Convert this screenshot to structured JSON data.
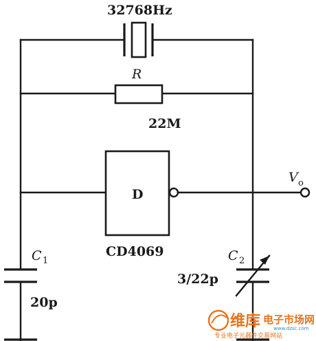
{
  "crystal": {
    "label": "32768Hz"
  },
  "resistor": {
    "name": "R",
    "value": "22M"
  },
  "inverter": {
    "letter": "D",
    "part": "CD4069"
  },
  "output": {
    "name": "V",
    "subscript": "o"
  },
  "cap1": {
    "name": "C",
    "subscript": "1",
    "value": "20p"
  },
  "cap2": {
    "name": "C",
    "subscript": "2",
    "value": "3/22p"
  },
  "watermark": {
    "brand": "维库",
    "title": "电子市场网",
    "domain": "www.dzsc.com",
    "slogan": "专业电子元器件交易网站"
  }
}
